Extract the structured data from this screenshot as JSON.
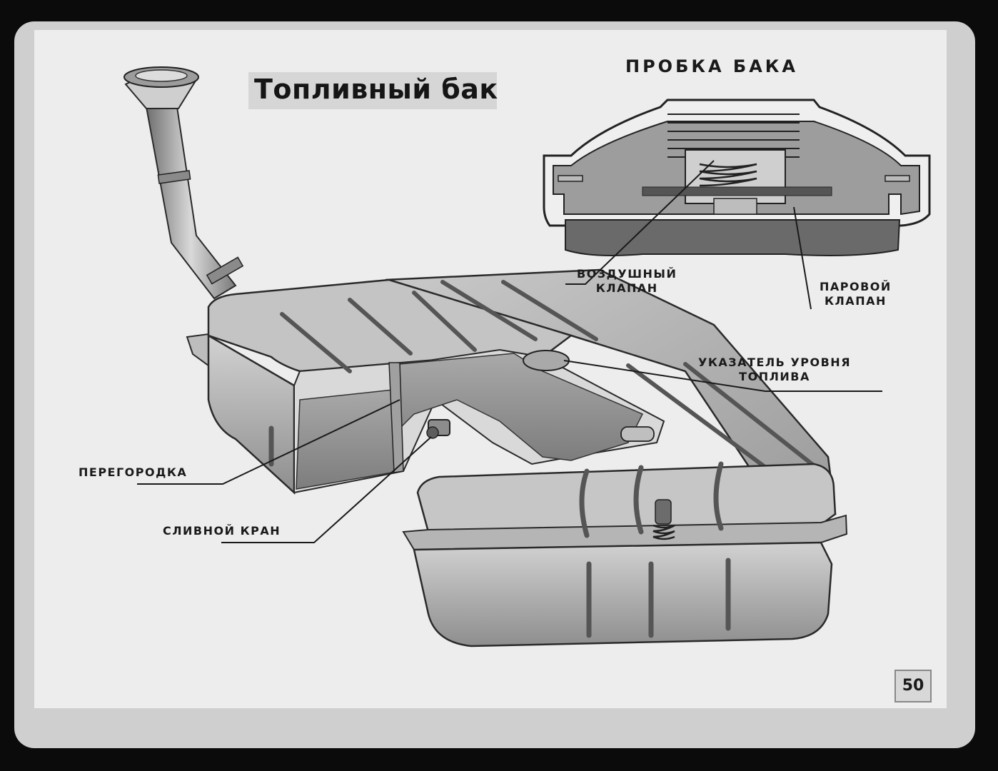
{
  "slide": {
    "title": "Топливный бак",
    "cap_title": "ПРОБКА БАКА",
    "page_number": "50"
  },
  "labels": {
    "air_valve_line1": "ВОЗДУШНЫЙ",
    "air_valve_line2": "КЛАПАН",
    "steam_valve_line1": "ПАРОВОЙ",
    "steam_valve_line2": "КЛАПАН",
    "fuel_gauge_line1": "УКАЗАТЕЛЬ УРОВНЯ",
    "fuel_gauge_line2": "ТОПЛИВА",
    "partition": "ПЕРЕГОРОДКА",
    "drain_valve": "СЛИВНОЙ КРАН"
  }
}
